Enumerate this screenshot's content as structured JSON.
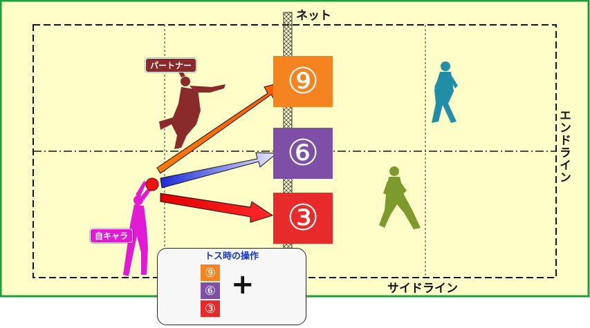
{
  "labels": {
    "net": "ネット",
    "end_line": "エンドライン",
    "side_line": "サイドライン"
  },
  "players": {
    "partner_label": "パートナー",
    "self_label": "自キャラ"
  },
  "tosses": [
    {
      "label": "⑨",
      "color": "#f5831f"
    },
    {
      "label": "⑥",
      "color": "#7d4fa6"
    },
    {
      "label": "③",
      "color": "#e92a2a"
    }
  ],
  "controls": {
    "title": "トス時の操作",
    "plus": "+",
    "dpad_icon": "dpad-icon",
    "button_icon": "square-button-icon"
  },
  "colors": {
    "court": "#fffdc8",
    "court_border": "#1aa13a",
    "opponent_1": "#1f8ea6",
    "opponent_2": "#7d9a2c",
    "partner": "#8b2a2a",
    "self": "#e21ad6",
    "ball": "#ee1111"
  }
}
